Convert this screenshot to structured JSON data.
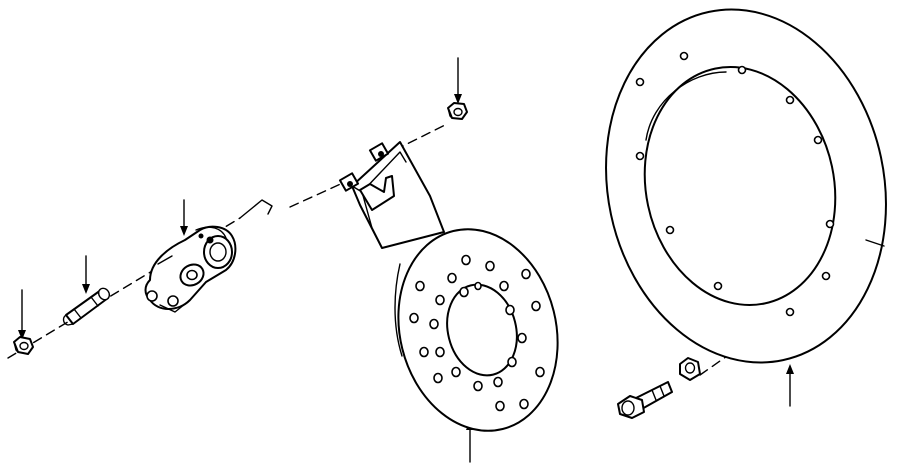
{
  "diagram": {
    "kind": "exploded parts view",
    "ink_color": "#000000",
    "background": "#ffffff",
    "parts": [
      {
        "id": "nut-small-left",
        "icon": "hex-nut-icon"
      },
      {
        "id": "guide-pin",
        "icon": "pin-icon"
      },
      {
        "id": "caliper-bracket",
        "icon": "caliper-icon"
      },
      {
        "id": "nut-top",
        "icon": "hex-nut-icon"
      },
      {
        "id": "brake-mount-plate",
        "icon": "mount-plate-icon"
      },
      {
        "id": "brake-disc-ring",
        "icon": "disc-ring-icon"
      },
      {
        "id": "bolt",
        "icon": "bolt-icon"
      },
      {
        "id": "washer-nut",
        "icon": "hex-nut-icon"
      }
    ]
  }
}
